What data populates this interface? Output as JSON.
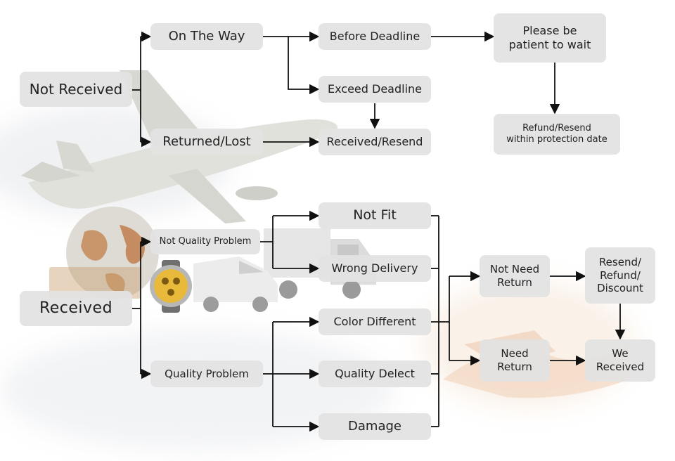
{
  "colors": {
    "box": "#e2e2e2",
    "text": "#222222",
    "line": "#111111"
  },
  "illustration": {
    "icons": [
      "airplane-icon",
      "globe-icon",
      "truck-icon",
      "van-icon",
      "wristwatch-icon",
      "handshake-icon"
    ]
  },
  "nodes": {
    "not_received": "Not Received",
    "on_the_way": "On The Way",
    "returned_lost": "Returned/Lost",
    "before_deadline": "Before Deadline",
    "exceed_deadline": "Exceed Deadline",
    "received_resend": "Received/Resend",
    "please_wait": "Please be\npatient to wait",
    "refund_resend_protection": "Refund/Resend\nwithin protection date",
    "received": "Received",
    "not_quality_problem": "Not Quality Problem",
    "quality_problem": "Quality Problem",
    "not_fit": "Not  Fit",
    "wrong_delivery": "Wrong Delivery",
    "color_different": "Color Different",
    "quality_delect": "Quality Delect",
    "damage": "Damage",
    "not_need_return": "Not Need\nReturn",
    "need_return": "Need\nReturn",
    "resend_refund_discount": "Resend/\nRefund/\nDiscount",
    "we_received": "We\nReceived"
  }
}
